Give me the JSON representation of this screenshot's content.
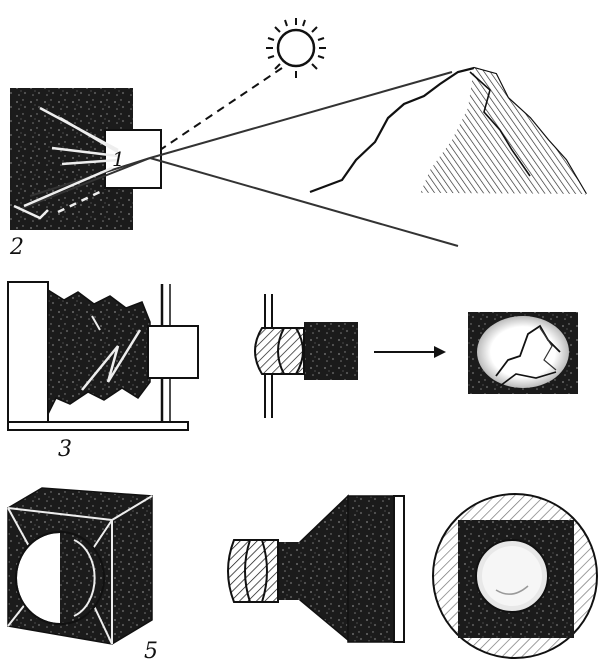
{
  "labels": {
    "one": "1",
    "two": "2",
    "three": "3",
    "five": "5"
  },
  "colors": {
    "ink": "#111111",
    "paper": "#ffffff",
    "dark_fill": "#1b1b1b"
  },
  "parts": [
    "sun-icon",
    "dark-box",
    "pinhole-screen",
    "mountain",
    "light-rays",
    "bellows-camera",
    "lens-assembly",
    "projection-arrow",
    "projected-image",
    "box-camera",
    "camera-lens-body",
    "circular-lens-view"
  ]
}
